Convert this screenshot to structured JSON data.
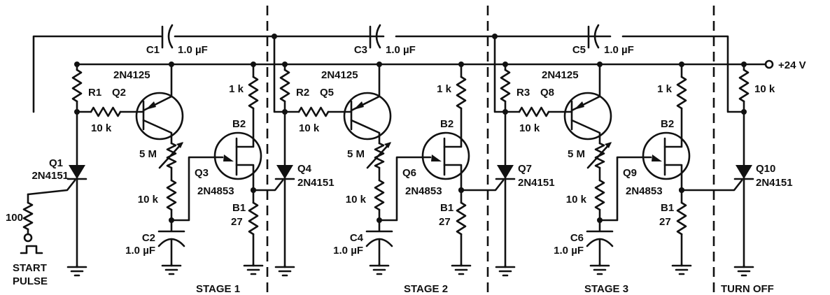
{
  "supply": "+24 V",
  "start": {
    "res": "100",
    "label1": "START",
    "label2": "PULSE"
  },
  "stages": [
    {
      "name": "STAGE 1",
      "cap_top": {
        "label": "C1",
        "value": "1.0 µF"
      },
      "r_label": "R1",
      "pnp": {
        "label": "Q2",
        "part": "2N4125"
      },
      "base_res": "10 k",
      "pot": "5 M",
      "timing_res": "10 k",
      "timing_cap": {
        "label": "C2",
        "value": "1.0 µF"
      },
      "ujt": {
        "label": "Q3",
        "part": "2N4853",
        "b2": "B2",
        "b1": "B1"
      },
      "b2_res": "1 k",
      "b1_res": "27",
      "scr": {
        "label": "Q1",
        "part": "2N4151"
      }
    },
    {
      "name": "STAGE 2",
      "cap_top": {
        "label": "C3",
        "value": "1.0 µF"
      },
      "r_label": "R2",
      "pnp": {
        "label": "Q5",
        "part": "2N4125"
      },
      "base_res": "10 k",
      "pot": "5 M",
      "timing_res": "10 k",
      "timing_cap": {
        "label": "C4",
        "value": "1.0 µF"
      },
      "ujt": {
        "label": "Q6",
        "part": "2N4853",
        "b2": "B2",
        "b1": "B1"
      },
      "b2_res": "1 k",
      "b1_res": "27",
      "scr": {
        "label": "Q4",
        "part": "2N4151"
      }
    },
    {
      "name": "STAGE 3",
      "cap_top": {
        "label": "C5",
        "value": "1.0 µF"
      },
      "r_label": "R3",
      "pnp": {
        "label": "Q8",
        "part": "2N4125"
      },
      "base_res": "10 k",
      "pot": "5 M",
      "timing_res": "10 k",
      "timing_cap": {
        "label": "C6",
        "value": "1.0 µF"
      },
      "ujt": {
        "label": "Q9",
        "part": "2N4853",
        "b2": "B2",
        "b1": "B1"
      },
      "b2_res": "1 k",
      "b1_res": "27",
      "scr": {
        "label": "Q7",
        "part": "2N4151"
      }
    }
  ],
  "turn_off": {
    "name": "TURN OFF",
    "res": "10 k",
    "scr": {
      "label": "Q10",
      "part": "2N4151"
    }
  }
}
